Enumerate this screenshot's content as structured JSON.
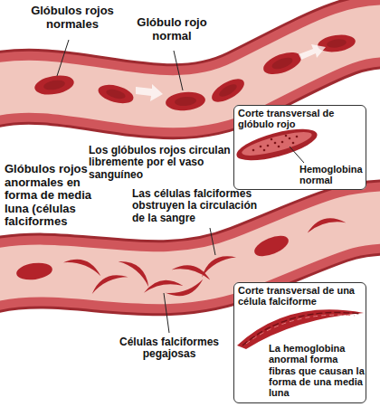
{
  "diagram": {
    "nodes": [
      {
        "text": [
          "Corte transversal de glóbulo rojo",
          "Hemoglobina normal"
        ]
      },
      {
        "text": [
          "Corte transversal de una célula falciforme",
          "La hemoglobina anormal forma fibras que causan la forma de una media luna"
        ]
      }
    ],
    "labels": [
      "Glóbulos rojos normales",
      "Glóbulo rojo normal",
      "Los glóbulos rojos circulan libremente por el vaso sanguíneo",
      "Glóbulos rojos anormales en forma de media luna (células falciformes",
      "Las células falciformes obstruyen la circulación de la sangre",
      "Células falciformes pegajosas"
    ]
  }
}
